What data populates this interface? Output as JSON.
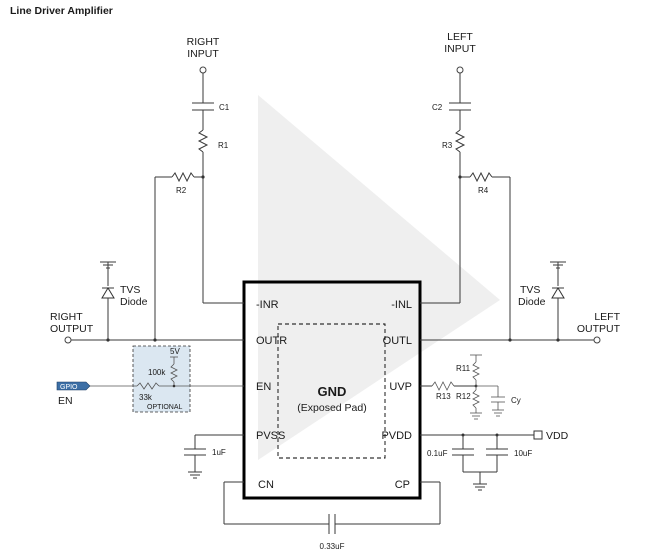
{
  "title": "Line Driver Amplifier",
  "inputs": {
    "right": [
      "RIGHT",
      "INPUT"
    ],
    "left": [
      "LEFT",
      "INPUT"
    ]
  },
  "outputs": {
    "right": [
      "RIGHT",
      "OUTPUT"
    ],
    "left": [
      "LEFT",
      "OUTPUT"
    ]
  },
  "tvs": {
    "right": [
      "TVS",
      "Diode"
    ],
    "left": [
      "TVS",
      "Diode"
    ]
  },
  "chip": {
    "pins": {
      "inr": "-INR",
      "inl": "-INL",
      "outr": "OUTR",
      "outl": "OUTL",
      "en": "EN",
      "uvp": "UVP",
      "pvss": "PVSS",
      "pvdd": "PVDD",
      "cn": "CN",
      "cp": "CP"
    },
    "center": "GND",
    "center_sub": "(Exposed Pad)"
  },
  "components": {
    "c1": "C1",
    "c2": "C2",
    "r1": "R1",
    "r2": "R2",
    "r3": "R3",
    "r4": "R4",
    "r11": "R11",
    "r12": "R12",
    "r13": "R13",
    "cy": "Cy",
    "c_pvss": "1uF",
    "c_vdd1": "0.1uF",
    "c_vdd2": "10uF",
    "c_fly": "0.33uF"
  },
  "optional": {
    "supply": "5V",
    "r_pull": "100k",
    "r_series": "33k",
    "label": "OPTIONAL"
  },
  "enable": {
    "gpio": "GPIO",
    "label": "EN"
  },
  "vdd": "VDD",
  "colors": {
    "wire": "#3a3a3a",
    "chip": "#000000",
    "optional_fill": "#dbe7f1",
    "gpio_fill": "#3c6fa6",
    "watermark": "#ececec"
  }
}
